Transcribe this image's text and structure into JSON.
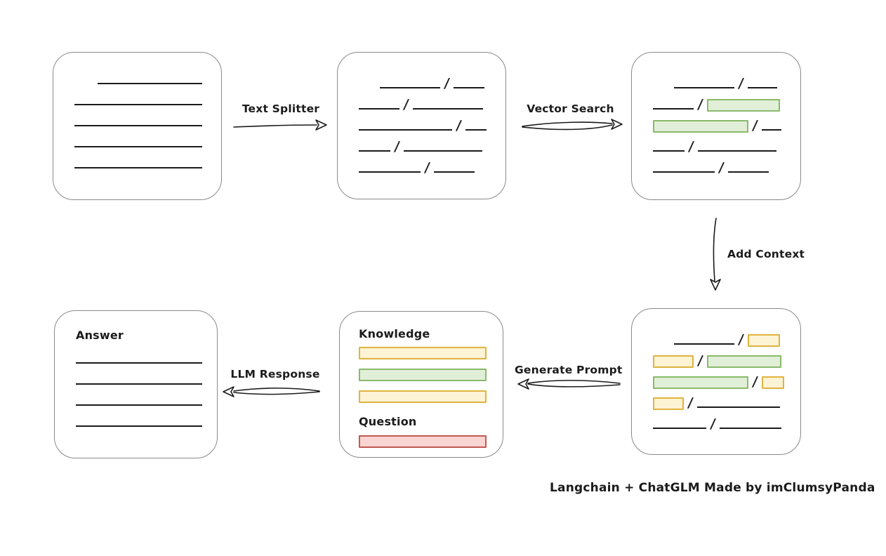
{
  "palette": {
    "ink": "#1b1b1b",
    "box_border": "#8a8a8a",
    "green_fill": "#e2efd8",
    "green_border": "#89ba6a",
    "yellow_fill": "#fdf3d5",
    "yellow_border": "#dfb43e",
    "red_fill": "#f8d5d1",
    "red_border": "#c25951"
  },
  "labels": {
    "text_splitter": "Text Splitter",
    "vector_search": "Vector Search",
    "add_context": "Add Context",
    "generate_prompt": "Generate Prompt",
    "llm_response": "LLM Response"
  },
  "caption": "Langchain + ChatGLM Made by imClumsyPanda",
  "boxes": {
    "document": {
      "rows": [
        {
          "indent": 33,
          "segments": [
            {
              "type": "line",
              "width": 149
            }
          ]
        },
        {
          "segments": [
            {
              "type": "line",
              "width": 182
            }
          ]
        },
        {
          "segments": [
            {
              "type": "line",
              "width": 182
            }
          ]
        },
        {
          "segments": [
            {
              "type": "line",
              "width": 182
            }
          ]
        },
        {
          "segments": [
            {
              "type": "line",
              "width": 182
            }
          ]
        }
      ]
    },
    "split_chunks": {
      "rows": [
        {
          "indent": 30,
          "segments": [
            {
              "type": "line",
              "width": 86
            },
            {
              "type": "line",
              "width": 44
            }
          ]
        },
        {
          "segments": [
            {
              "type": "line",
              "width": 58
            },
            {
              "type": "line",
              "width": 100
            }
          ]
        },
        {
          "segments": [
            {
              "type": "line",
              "width": 133
            },
            {
              "type": "line",
              "width": 30
            }
          ]
        },
        {
          "segments": [
            {
              "type": "line",
              "width": 45
            },
            {
              "type": "line",
              "width": 112
            }
          ]
        },
        {
          "segments": [
            {
              "type": "line",
              "width": 88
            },
            {
              "type": "line",
              "width": 58
            }
          ]
        }
      ]
    },
    "retrieved": {
      "rows": [
        {
          "indent": 30,
          "segments": [
            {
              "type": "line",
              "width": 86
            },
            {
              "type": "line",
              "width": 42
            }
          ]
        },
        {
          "segments": [
            {
              "type": "line",
              "width": 58
            },
            {
              "type": "chunk",
              "color": "green",
              "width": 104
            }
          ]
        },
        {
          "segments": [
            {
              "type": "chunk",
              "color": "green",
              "width": 136
            },
            {
              "type": "line",
              "width": 28
            }
          ]
        },
        {
          "segments": [
            {
              "type": "line",
              "width": 45
            },
            {
              "type": "line",
              "width": 112
            }
          ]
        },
        {
          "segments": [
            {
              "type": "line",
              "width": 88
            },
            {
              "type": "line",
              "width": 58
            }
          ]
        }
      ]
    },
    "context": {
      "rows": [
        {
          "indent": 30,
          "segments": [
            {
              "type": "line",
              "width": 86
            },
            {
              "type": "chunk",
              "color": "yellow",
              "width": 46
            }
          ]
        },
        {
          "segments": [
            {
              "type": "chunk",
              "color": "yellow",
              "width": 58
            },
            {
              "type": "chunk",
              "color": "green",
              "width": 106
            }
          ]
        },
        {
          "segments": [
            {
              "type": "chunk",
              "color": "green",
              "width": 136
            },
            {
              "type": "chunk",
              "color": "yellow",
              "width": 32
            }
          ]
        },
        {
          "segments": [
            {
              "type": "chunk",
              "color": "yellow",
              "width": 44
            },
            {
              "type": "line",
              "width": 118
            }
          ]
        },
        {
          "segments": [
            {
              "type": "line",
              "width": 76
            },
            {
              "type": "line",
              "width": 88
            }
          ]
        }
      ]
    },
    "prompt": {
      "knowledge_label": "Knowledge",
      "question_label": "Question",
      "knowledge_bars": [
        {
          "segments": [
            {
              "type": "chunk",
              "color": "yellow",
              "width": 182
            }
          ]
        },
        {
          "segments": [
            {
              "type": "chunk",
              "color": "green",
              "width": 182
            }
          ]
        },
        {
          "segments": [
            {
              "type": "chunk",
              "color": "yellow",
              "width": 182
            }
          ]
        }
      ],
      "question_bar": [
        {
          "segments": [
            {
              "type": "chunk",
              "color": "red",
              "width": 182
            }
          ]
        }
      ]
    },
    "answer": {
      "title": "Answer",
      "rows": [
        {
          "segments": [
            {
              "type": "line",
              "width": 180
            }
          ]
        },
        {
          "segments": [
            {
              "type": "line",
              "width": 180
            }
          ]
        },
        {
          "segments": [
            {
              "type": "line",
              "width": 180
            }
          ]
        },
        {
          "segments": [
            {
              "type": "line",
              "width": 180
            }
          ]
        }
      ]
    }
  }
}
